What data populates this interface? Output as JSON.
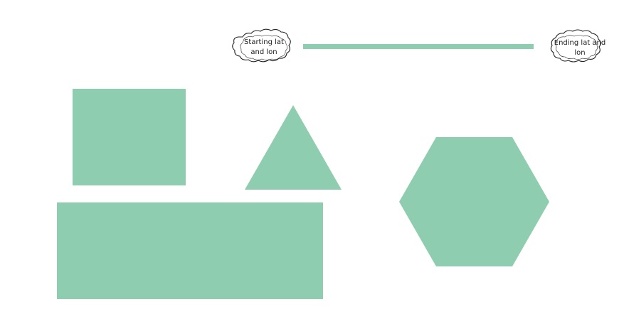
{
  "colors": {
    "shape_fill": "#8ecdaf",
    "cloud_stroke": "#222222",
    "cloud_fill": "#ffffff",
    "background": "#ffffff"
  },
  "start_marker": {
    "line1": "Starting lat",
    "line2": "and lon"
  },
  "end_marker": {
    "line1": "Ending lat and",
    "line2": "lon"
  },
  "shapes": [
    "square",
    "triangle",
    "rectangle",
    "hexagon"
  ],
  "connector": "line"
}
